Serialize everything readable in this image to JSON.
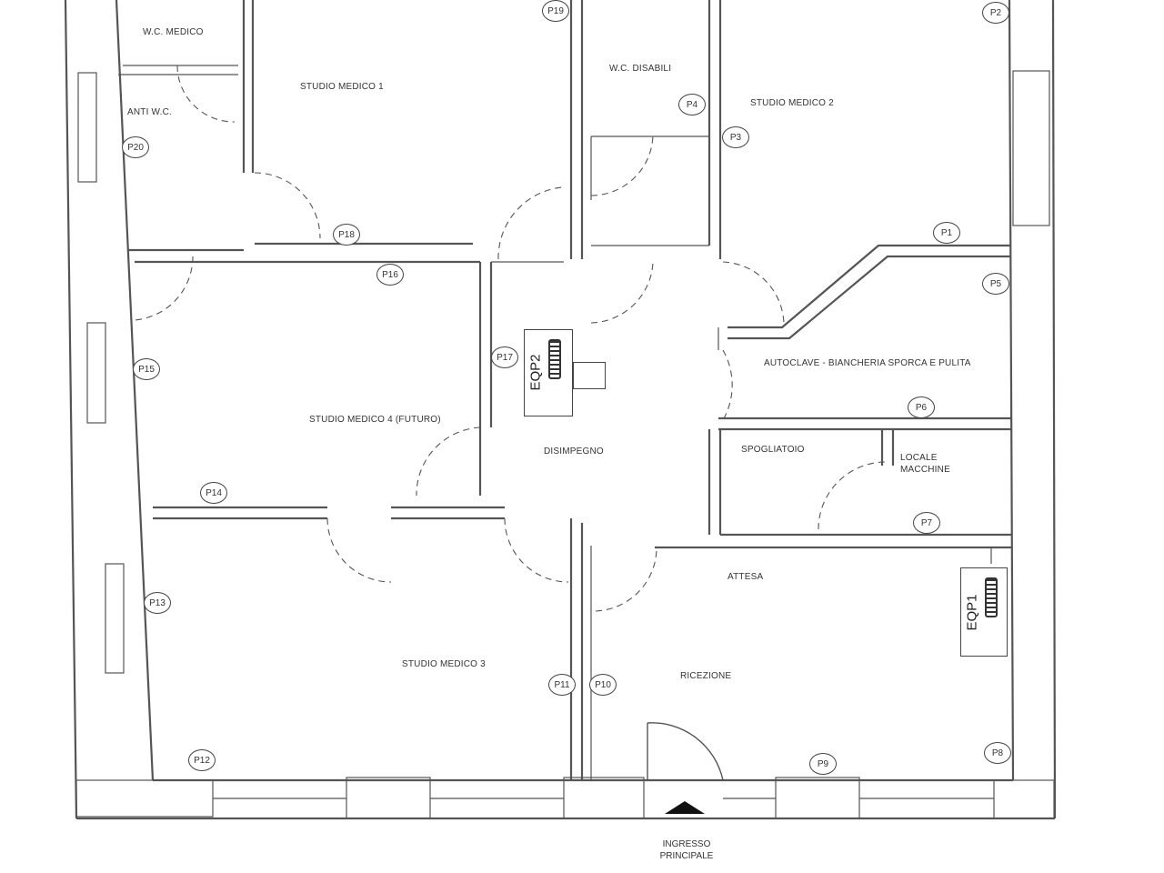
{
  "rooms": {
    "wc_medico": "W.C. MEDICO",
    "anti_wc": "ANTI W.C.",
    "studio_1": "STUDIO MEDICO 1",
    "wc_disabili": "W.C. DISABILI",
    "studio_2": "STUDIO MEDICO 2",
    "autoclave": "AUTOCLAVE - BIANCHERIA SPORCA E PULITA",
    "studio_4": "STUDIO MEDICO 4 (FUTURO)",
    "disimpegno": "DISIMPEGNO",
    "spogliatoio": "SPOGLIATOIO",
    "locale_macchine_1": "LOCALE",
    "locale_macchine_2": "MACCHINE",
    "attesa": "ATTESA",
    "studio_3": "STUDIO MEDICO 3",
    "ricezione": "RICEZIONE"
  },
  "markers": {
    "p1": "P1",
    "p2": "P2",
    "p3": "P3",
    "p4": "P4",
    "p5": "P5",
    "p6": "P6",
    "p7": "P7",
    "p8": "P8",
    "p9": "P9",
    "p10": "P10",
    "p11": "P11",
    "p12": "P12",
    "p13": "P13",
    "p14": "P14",
    "p15": "P15",
    "p16": "P16",
    "p17": "P17",
    "p18": "P18",
    "p19": "P19",
    "p20": "P20"
  },
  "equipment": {
    "eqp1": "EQP1",
    "eqp2": "EQP2"
  },
  "entrance": {
    "line1": "INGRESSO",
    "line2": "PRINCIPALE"
  }
}
